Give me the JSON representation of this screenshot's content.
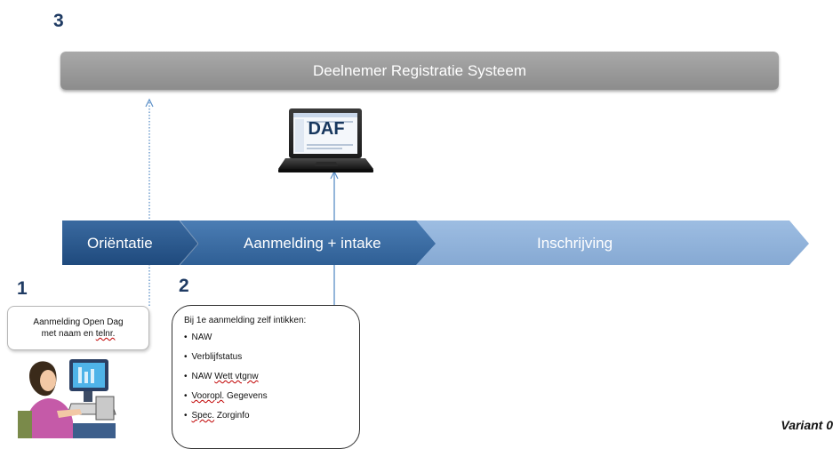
{
  "steps": {
    "step1": "1",
    "step2": "2",
    "step3": "3"
  },
  "system": {
    "label": "Deelnemer Registratie Systeem"
  },
  "laptop": {
    "screen_label": "DAF"
  },
  "phases": [
    {
      "label": "Oriëntatie"
    },
    {
      "label": "Aanmelding + intake"
    },
    {
      "label": "Inschrijving"
    }
  ],
  "open_day": {
    "line1": "Aanmelding Open Dag",
    "line2_prefix": "met naam en ",
    "line2_word": "telnr."
  },
  "intake": {
    "title": "Bij 1e aanmelding zelf intikken:",
    "items": [
      {
        "pre": "",
        "word": "",
        "post": "NAW"
      },
      {
        "pre": "",
        "word": "",
        "post": "Verblijfstatus"
      },
      {
        "pre": "NAW ",
        "word": "Wett vtgnw",
        "post": ""
      },
      {
        "pre": "",
        "word": "Vooropl.",
        "post": " Gegevens"
      },
      {
        "pre": "",
        "word": "Spec.",
        "post": " Zorginfo"
      }
    ]
  },
  "footer": {
    "variant": "Variant 0"
  },
  "colors": {
    "dark_blue": "#2e5c8e",
    "mid_blue": "#3d6fa6",
    "light_blue": "#8eb1d9",
    "arrow_blue": "#5b8fc7",
    "bar_grey": "#9b9b9b"
  }
}
